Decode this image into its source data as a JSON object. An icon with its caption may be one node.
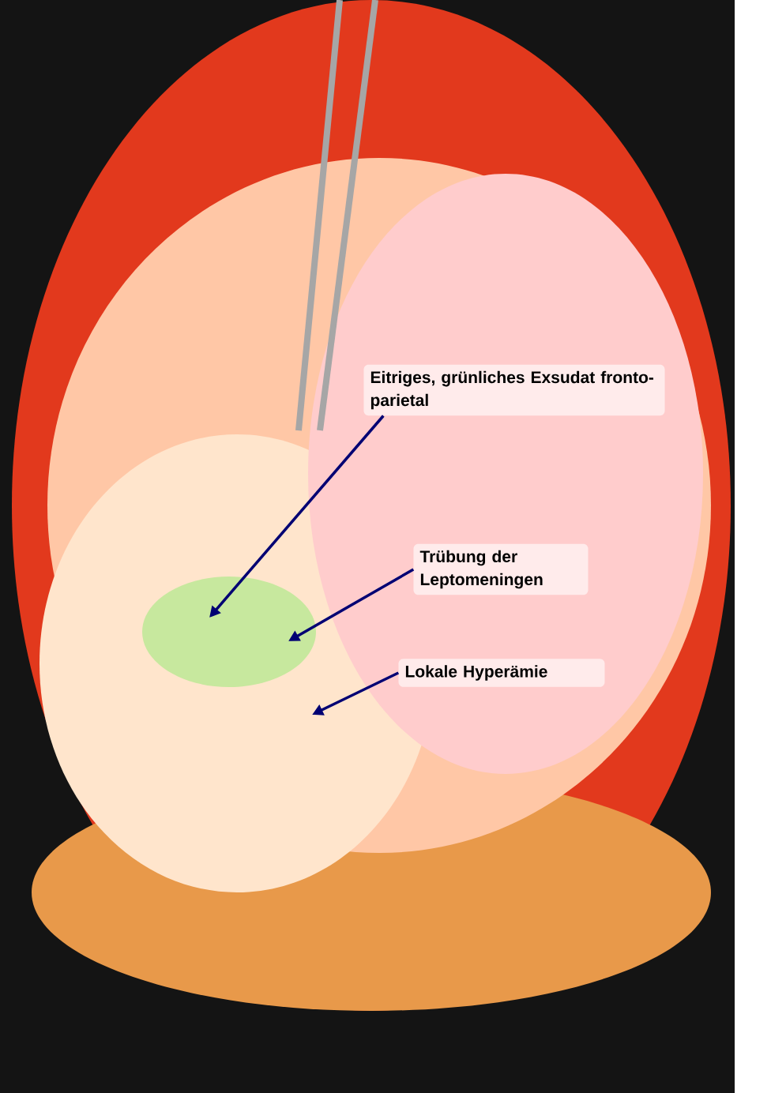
{
  "diagram": {
    "nodes": [
      {
        "text": [
          "Eitriges, grünliches Exsudat fronto-parietal"
        ]
      },
      {
        "text": [
          "Trübung der Leptomeningen"
        ]
      },
      {
        "text": [
          "Lokale Hyperämie"
        ]
      }
    ],
    "edges": [
      {
        "from": 0,
        "to": null,
        "arrow": "to"
      },
      {
        "from": 1,
        "to": null,
        "arrow": "to"
      },
      {
        "from": 2,
        "to": null,
        "arrow": "to"
      }
    ]
  }
}
